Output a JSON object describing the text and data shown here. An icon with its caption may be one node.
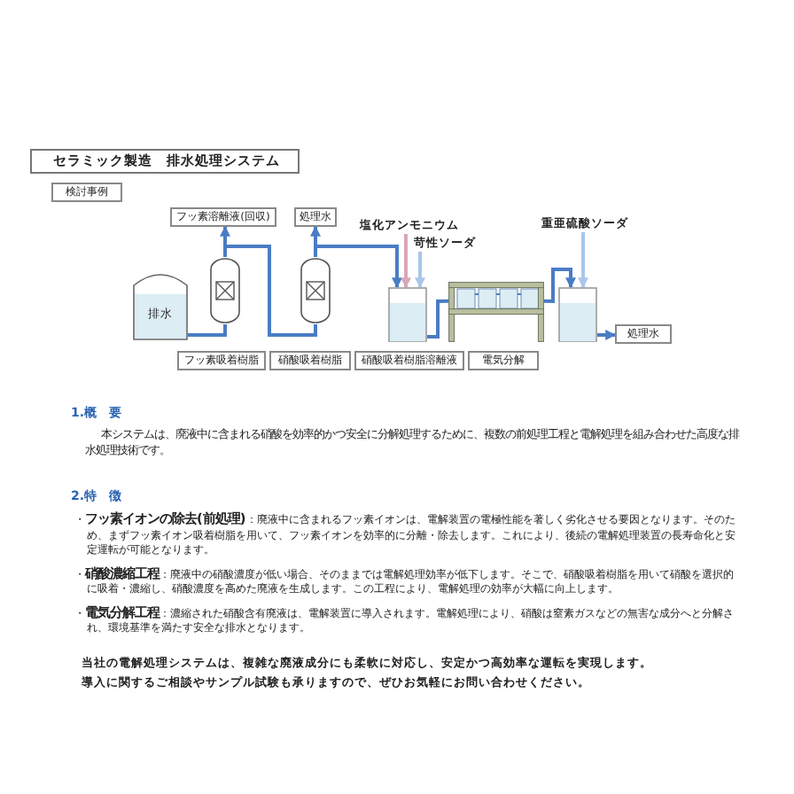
{
  "diagram": {
    "title": "セラミック製造　排水処理システム",
    "nodes": [
      {
        "text": [
          "検討事例"
        ]
      },
      {
        "text": [
          "フッ素溶離液(回収)"
        ]
      },
      {
        "text": [
          "処理水"
        ]
      },
      {
        "text": [
          "塩化アンモニウム"
        ]
      },
      {
        "text": [
          "苛性ソーダ"
        ]
      },
      {
        "text": [
          "重亜硫酸ソーダ"
        ]
      },
      {
        "text": [
          "排水"
        ]
      },
      {
        "text": [],
        "shape": "cylinder"
      },
      {
        "text": [],
        "shape": "cylinder"
      },
      {
        "text": [],
        "shape": "box"
      },
      {
        "text": [],
        "shape": "picture"
      },
      {
        "text": [],
        "shape": "box"
      },
      {
        "text": [
          "処理水"
        ]
      },
      {
        "text": [
          "フッ素吸着樹脂"
        ]
      },
      {
        "text": [
          "硝酸吸着樹脂"
        ]
      },
      {
        "text": [
          "硝酸吸着樹脂溶離液"
        ]
      },
      {
        "text": [
          "電気分解"
        ]
      }
    ],
    "edges": [
      {
        "from": 6,
        "to": 7,
        "arrow": "none"
      },
      {
        "from": 7,
        "to": 1,
        "arrow": "to"
      },
      {
        "from": 7,
        "to": 8,
        "arrow": "none"
      },
      {
        "from": 8,
        "to": 2,
        "arrow": "to"
      },
      {
        "from": 8,
        "to": 9,
        "arrow": "to"
      },
      {
        "from": 3,
        "to": 9,
        "arrow": "to",
        "color": "#d8a7b8"
      },
      {
        "from": 4,
        "to": 9,
        "arrow": "to",
        "color": "#a9c6ea"
      },
      {
        "from": 9,
        "to": 10,
        "arrow": "none"
      },
      {
        "from": 10,
        "to": 11,
        "arrow": "to"
      },
      {
        "from": 5,
        "to": 11,
        "arrow": "to",
        "color": "#a9c6ea"
      },
      {
        "from": 11,
        "to": 12,
        "arrow": "to"
      }
    ],
    "labels": [
      "1.概　要",
      "本システムは、廃液中に含まれる硝酸を効率的かつ安全に分解処理するために、複数の前処理工程と電解処理を組み合わせた高度な排水処理技術です。",
      "2.特　徴",
      "・**フッ素イオンの除去(前処理)**：廃液中に含まれるフッ素イオンは、電解装置の電極性能を著しく劣化させる要因となります。そのため、まずフッ素イオン吸着樹脂を用いて、フッ素イオンを効率的に分離・除去します。これにより、後続の電解処理装置の長寿命化と安定運転が可能となります。",
      "・**硝酸濃縮工程**：廃液中の硝酸濃度が低い場合、そのままでは電解処理効率が低下します。そこで、硝酸吸着樹脂を用いて硝酸を選択的に吸着・濃縮し、硝酸濃度を高めた廃液を生成します。この工程により、電解処理の効率が大幅に向上します。",
      "・**電気分解工程**：濃縮された硝酸含有廃液は、電解装置に導入されます。電解処理により、硝酸は窒素ガスなどの無害な成分へと分解され、環境基準を満たす安全な排水となります。",
      "当社の電解処理システムは、複雑な廃液成分にも柔軟に対応し、安定かつ高効率な運転を実現します。",
      "導入に関するご相談やサンプル試験も承りますので、ぜひお気軽にお問い合わせください。"
    ]
  }
}
